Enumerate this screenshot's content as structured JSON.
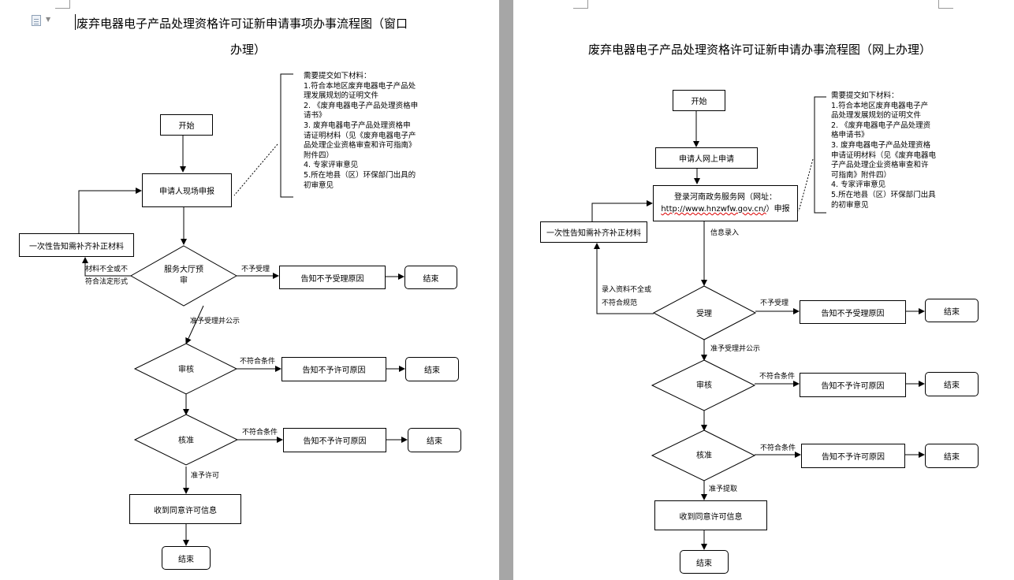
{
  "left": {
    "title_line1": "废弃电器电子产品处理资格许可证新申请事项办事流程图（窗口",
    "title_line2": "办理）",
    "nodes": {
      "start": "开始",
      "apply": "申请人现场申报",
      "supplement": "一次性告知需补齐补正材料",
      "pre_review_line1": "服务大厅预",
      "pre_review_line2": "审",
      "reject_reason": "告知不予受理原因",
      "end1": "结束",
      "review": "审核",
      "deny_review": "告知不予许可原因",
      "end2": "结束",
      "approve": "核准",
      "deny_approve": "告知不予许可原因",
      "end3": "结束",
      "receive": "收到同意许可信息",
      "end_final": "结束"
    },
    "labels": {
      "incomplete_line1": "材料不全或不",
      "incomplete_line2": "符合法定形式",
      "not_accept": "不予受理",
      "accept_publish": "准予受理并公示",
      "not_qualified_1": "不符合条件",
      "not_qualified_2": "不符合条件",
      "grant": "准予许可"
    },
    "materials": [
      "需要提交如下材料：",
      "1.符合本地区废弃电器电子产品处",
      "理发展规划的证明文件",
      "2. 《废弃电器电子产品处理资格申",
      "请书》",
      "3. 废弃电器电子产品处理资格申",
      "请证明材料（见《废弃电器电子产",
      "品处理企业资格审查和许可指南》",
      "附件四）",
      "4. 专家评审意见",
      "5.所在地县（区）环保部门出具的",
      "初审意见"
    ]
  },
  "right": {
    "title": "废弃电器电子产品处理资格许可证新申请办事流程图（网上办理）",
    "nodes": {
      "start": "开始",
      "apply_online": "申请人网上申请",
      "portal_line1": "登录河南政务服务网（网址：",
      "portal_url": "http://www.hnzwfw.gov.cn/",
      "portal_suffix": "）申报",
      "supplement": "一次性告知需补齐补正材料",
      "accept": "受理",
      "reject_reason": "告知不予受理原因",
      "end1": "结束",
      "review": "审核",
      "deny_review": "告知不予许可原因",
      "end2": "结束",
      "approve": "核准",
      "deny_approve": "告知不予许可原因",
      "end3": "结束",
      "receive": "收到同意许可信息",
      "end_final": "结束"
    },
    "labels": {
      "info_entry": "信息录入",
      "incomplete_line1": "录入资料不全或",
      "incomplete_line2": "不符合规范",
      "not_accept": "不予受理",
      "accept_publish": "准予受理并公示",
      "not_qualified_1": "不符合条件",
      "not_qualified_2": "不符合条件",
      "grant": "准予提取"
    },
    "materials": [
      "需要提交如下材料：",
      "1.符合本地区废弃电器电子产",
      "品处理发展规划的证明文件",
      "2. 《废弃电器电子产品处理资",
      "格申请书》",
      "3. 废弃电器电子产品处理资格",
      "申请证明材料（见《废弃电器电",
      "子产品处理企业资格审查和许",
      "可指南》附件四）",
      "4. 专家评审意见",
      "5.所在地县（区）环保部门出具",
      "的初审意见"
    ]
  }
}
